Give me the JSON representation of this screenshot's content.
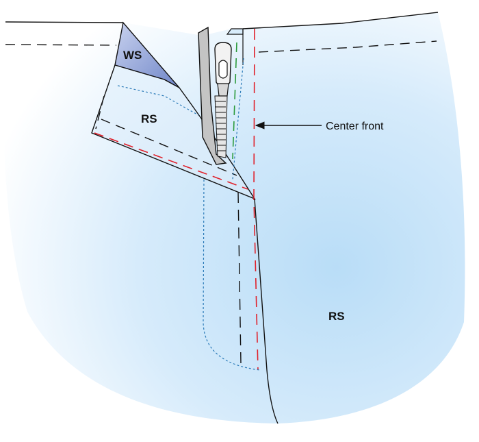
{
  "labels": {
    "ws": "WS",
    "rs_facing": "RS",
    "rs_garment": "RS",
    "center_front": "Center front"
  },
  "colors": {
    "fabric_right_side": "#d8ecfb",
    "fabric_wrong_side": "#8ea0d6",
    "zipper_tape": "#c4c4c4",
    "outline": "#111111",
    "stitch_red": "#e0202a",
    "stitch_green": "#2a9a3a",
    "stitch_blue": "#2a7ab8"
  }
}
